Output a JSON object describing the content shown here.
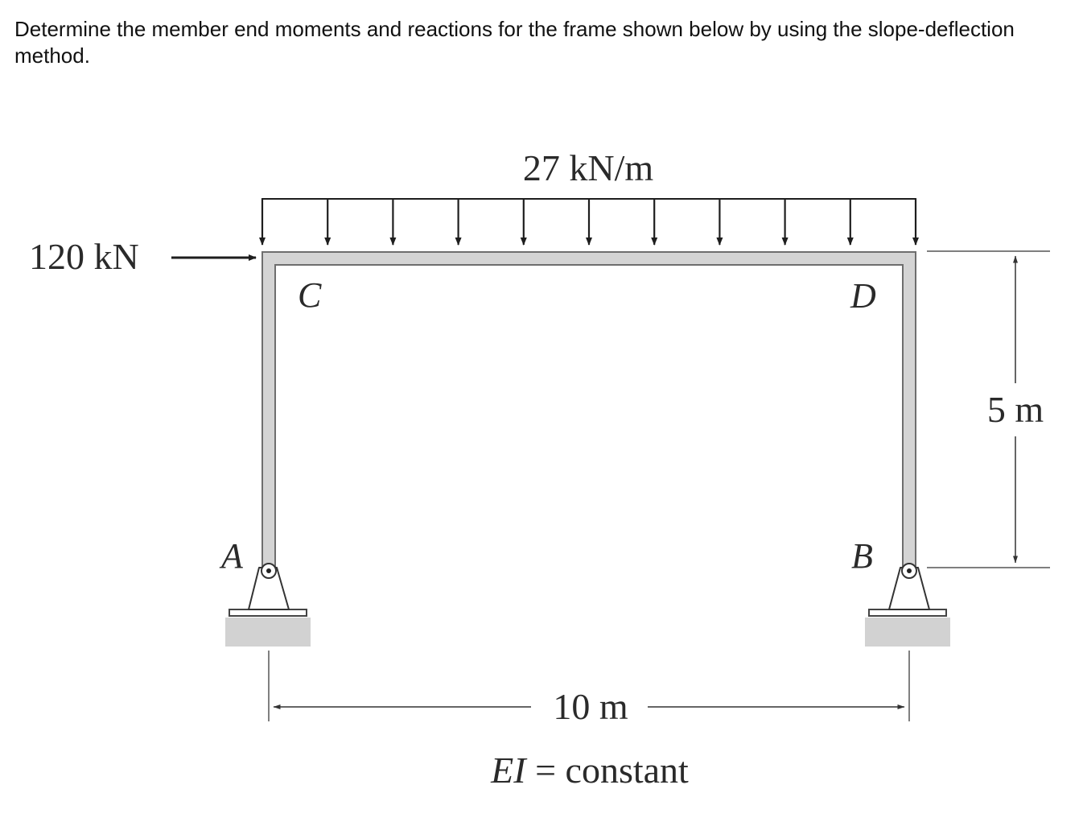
{
  "problem": {
    "statement": "Determine the member end moments and reactions for the frame shown below by using the slope-deflection method."
  },
  "figure": {
    "distributed_load": "27 kN/m",
    "point_load": "120 kN",
    "labels": {
      "c": "C",
      "d": "D",
      "a": "A",
      "b": "B"
    },
    "height_dimension": "5 m",
    "span_dimension": "10 m",
    "stiffness_prefix": "EI",
    "stiffness_suffix": "= constant"
  },
  "colors": {
    "member_fill": "#d4d4d4",
    "member_edge": "#6e6e6e",
    "ground": "#d2d2d2",
    "ink": "#2a2a2a"
  }
}
